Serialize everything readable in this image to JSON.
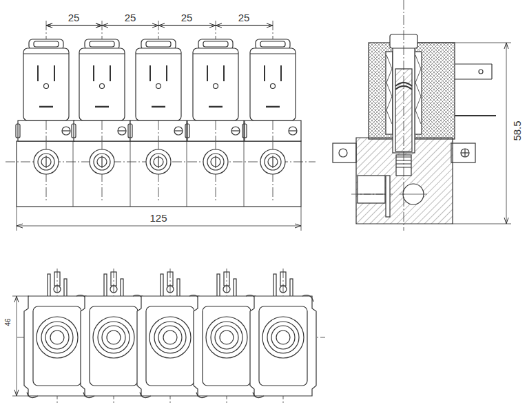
{
  "diagram": {
    "labels": [
      "25",
      "25",
      "25",
      "25",
      "125",
      "58.5",
      "46"
    ]
  }
}
